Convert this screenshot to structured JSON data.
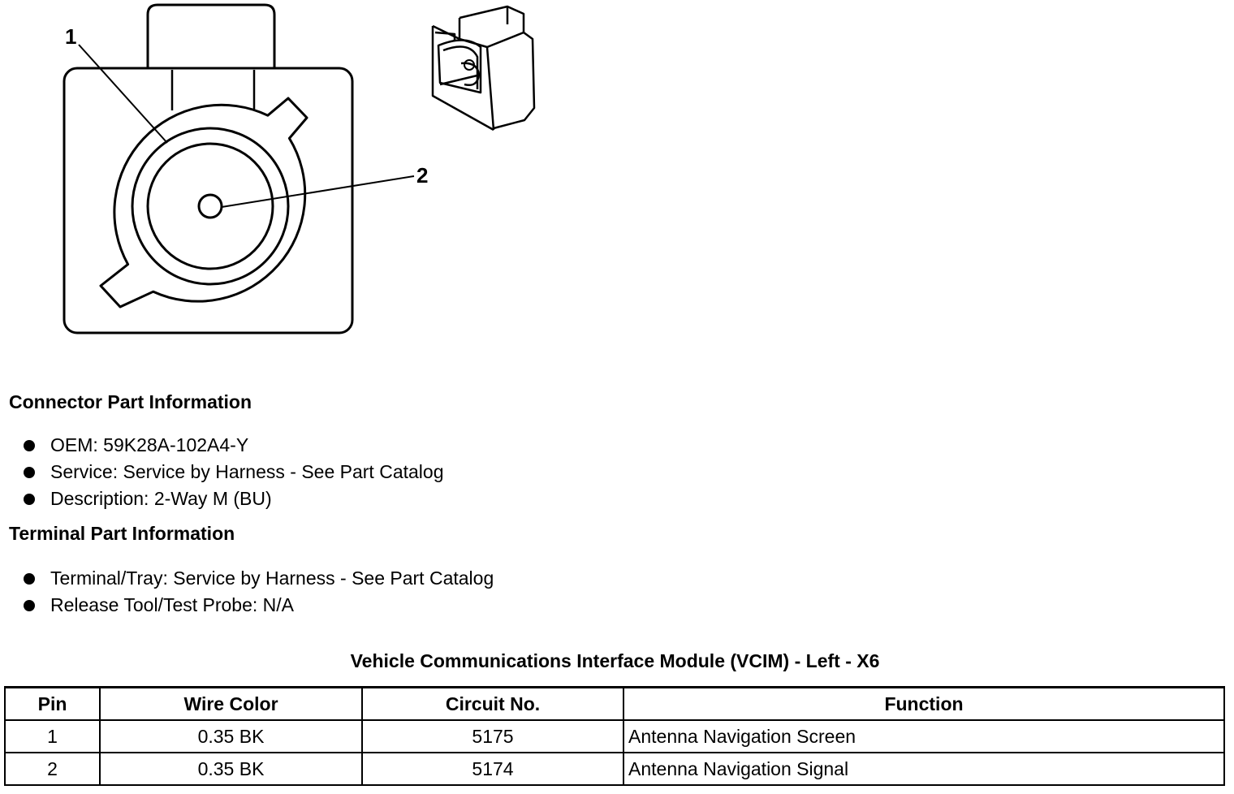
{
  "callouts": [
    "1",
    "2"
  ],
  "connector_info": {
    "heading": "Connector Part Information",
    "items": [
      "OEM: 59K28A-102A4-Y",
      "Service: Service by Harness - See Part Catalog",
      "Description: 2-Way M (BU)"
    ]
  },
  "terminal_info": {
    "heading": "Terminal Part Information",
    "items": [
      "Terminal/Tray: Service by Harness - See Part Catalog",
      "Release Tool/Test Probe: N/A"
    ]
  },
  "table": {
    "title": "Vehicle Communications Interface Module (VCIM) - Left - X6",
    "headers": [
      "Pin",
      "Wire Color",
      "Circuit No.",
      "Function"
    ],
    "rows": [
      [
        "1",
        "0.35 BK",
        "5175",
        "Antenna Navigation Screen"
      ],
      [
        "2",
        "0.35 BK",
        "5174",
        "Antenna Navigation Signal"
      ]
    ]
  },
  "colors": {
    "ink": "#000000",
    "paper": "#ffffff"
  }
}
